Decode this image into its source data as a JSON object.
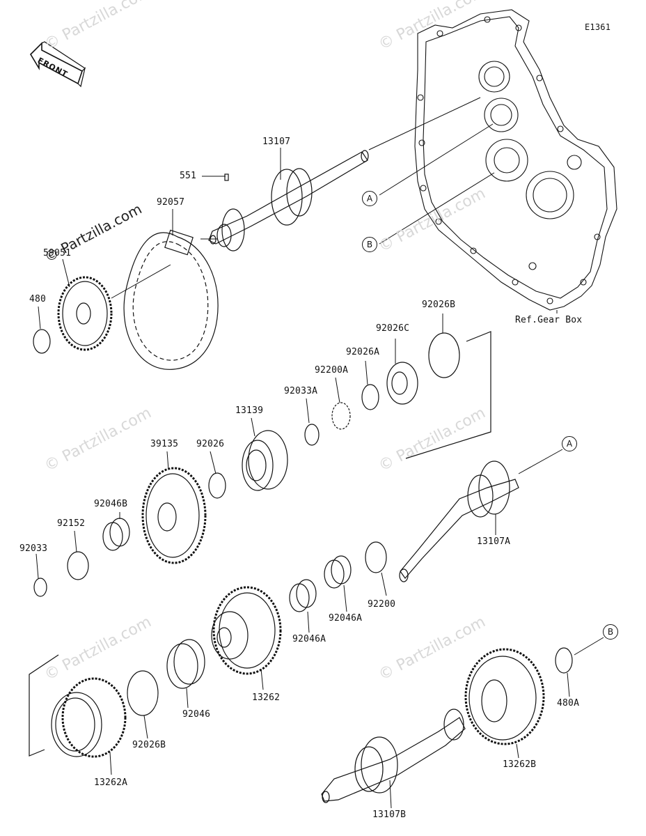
{
  "diagram_code": "E1361",
  "front_label": "FRONT",
  "ref_label": "Ref.Gear Box",
  "watermark": "© Partzilla.com",
  "callouts": {
    "a": "A",
    "b": "B"
  },
  "parts": {
    "p13107": "13107",
    "p551": "551",
    "p92057": "92057",
    "p59051": "59051",
    "p480": "480",
    "p92026B_top": "92026B",
    "p92026C": "92026C",
    "p92026A": "92026A",
    "p92200A": "92200A",
    "p92033A": "92033A",
    "p13139": "13139",
    "p39135": "39135",
    "p92026": "92026",
    "p92046B": "92046B",
    "p92152": "92152",
    "p92033": "92033",
    "p13107A": "13107A",
    "p92200": "92200",
    "p92046A_1": "92046A",
    "p92046A_2": "92046A",
    "p13262": "13262",
    "p92046": "92046",
    "p92026B_bottom": "92026B",
    "p13262A": "13262A",
    "p13262B": "13262B",
    "p480A": "480A",
    "p13107B": "13107B"
  }
}
